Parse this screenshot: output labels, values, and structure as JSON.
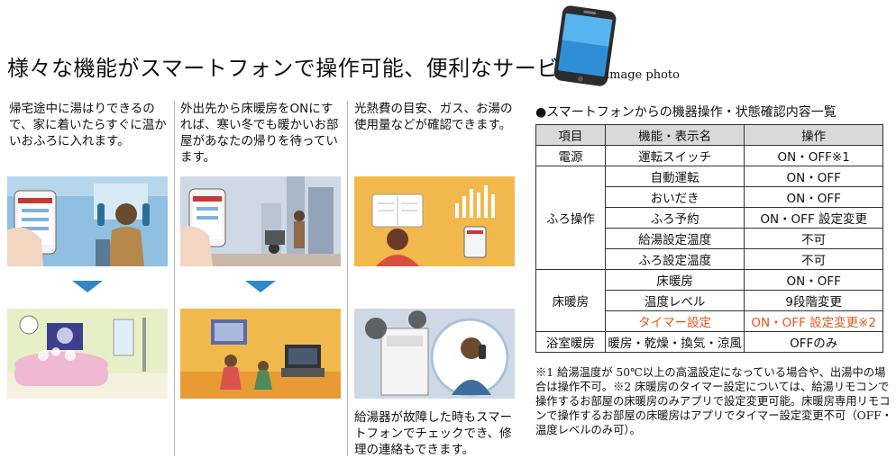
{
  "header": {
    "title": "様々な機能がスマートフォンで操作可能、便利なサービス。",
    "image_note": "image photo"
  },
  "columns": [
    {
      "text": "帰宅途中に湯はりできるので、家に着いたらすぐに温かいおふろに入れます。"
    },
    {
      "text": "外出先から床暖房をONにすれば、寒い冬でも暖かいお部屋があなたの帰りを待っています。"
    },
    {
      "text": "光熱費の目安、ガス、お湯の使用量などが確認できます。",
      "bottom_text": "給湯器が故障した時もスマートフォンでチェックでき、修理の連絡もできます。"
    }
  ],
  "table": {
    "title": "●スマートフォンからの機器操作・状態確認内容一覧",
    "headers": [
      "項目",
      "機能・表示名",
      "操作"
    ],
    "rows": [
      {
        "category": "電源",
        "function": "運転スイッチ",
        "operation": "ON・OFF※1"
      },
      {
        "category": "ふろ操作",
        "function": "自動運転",
        "operation": "ON・OFF"
      },
      {
        "category": "",
        "function": "おいだき",
        "operation": "ON・OFF"
      },
      {
        "category": "",
        "function": "ふろ予約",
        "operation": "ON・OFF 設定変更"
      },
      {
        "category": "",
        "function": "給湯設定温度",
        "operation": "不可"
      },
      {
        "category": "",
        "function": "ふろ設定温度",
        "operation": "不可"
      },
      {
        "category": "床暖房",
        "function": "床暖房",
        "operation": "ON・OFF"
      },
      {
        "category": "",
        "function": "温度レベル",
        "operation": "9段階変更"
      },
      {
        "category": "",
        "function": "タイマー設定",
        "operation": "ON・OFF 設定変更※2"
      },
      {
        "category": "浴室暖房",
        "function": "暖房・乾燥・換気・涼風",
        "operation": "OFFのみ"
      }
    ],
    "highlight_color": "#e0571f"
  },
  "notes": "※1 給湯温度が 50℃以上の高温設定になっている場合や、出湯中の場合は操作不可。※2 床暖房のタイマー設定については、給湯リモコンで操作するお部屋の床暖房のみアプリで設定変更可能。床暖房専用リモコンで操作するお部屋の床暖房はアプリでタイマー設定変更不可（OFF・温度レベルのみ可）。",
  "icons": [
    "smartphone-icon",
    "down-arrow-icon"
  ],
  "colors": {
    "arrow": "#2f86c8",
    "table_header": "#d9d9d9"
  }
}
